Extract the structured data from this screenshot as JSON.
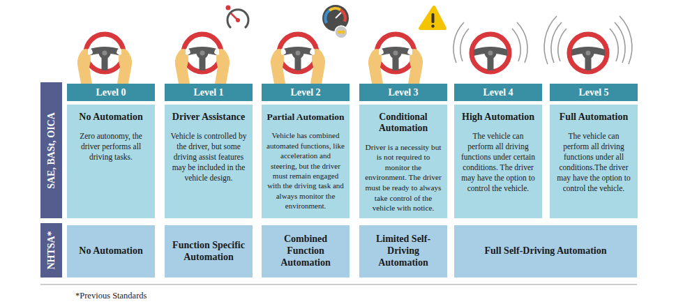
{
  "diagram": {
    "nodes": [
      {
        "text": [
          "SAE, BASt, OICA"
        ]
      },
      {
        "text": [
          "Level 0"
        ]
      },
      {
        "text": [
          "Level 1"
        ]
      },
      {
        "text": [
          "Level 2"
        ]
      },
      {
        "text": [
          "Level 3"
        ]
      },
      {
        "text": [
          "Level 4"
        ]
      },
      {
        "text": [
          "Level 5"
        ]
      },
      {
        "text": [
          "No Automation",
          "Zero autonomy, the driver performs all driving tasks."
        ]
      },
      {
        "text": [
          "Driver Assistance",
          "Vehicle is controlled by the driver, but some driving assist features may be included in the vehicle design."
        ]
      },
      {
        "text": [
          "Partial Automation",
          "Vehicle has combined automated functions, like acceleration and steering, but the driver must remain engaged with the driving task and always monitor the environment."
        ]
      },
      {
        "text": [
          "Conditional Automation",
          "Driver is a necessity but is not required to monitor the environment. The driver must be ready to always take control of the vehicle with notice."
        ]
      },
      {
        "text": [
          "High Automation",
          "The vehicle can perform all driving functions under certain conditions. The driver may have the option to control the vehicle."
        ]
      },
      {
        "text": [
          "Full Automation",
          "The vehicle can perform all driving functions under all conditions.The driver may have the option to control the vehicle."
        ]
      },
      {
        "text": [
          "NHTSA*"
        ]
      },
      {
        "text": [
          "No Automation"
        ]
      },
      {
        "text": [
          "Function Specific Automation"
        ]
      },
      {
        "text": [
          "Combined Function Automation"
        ]
      },
      {
        "text": [
          "Limited Self-Driving Automation"
        ]
      },
      {
        "text": [
          "Full Self-Driving Automation"
        ]
      }
    ],
    "labels": [
      "*Previous Standards"
    ]
  }
}
